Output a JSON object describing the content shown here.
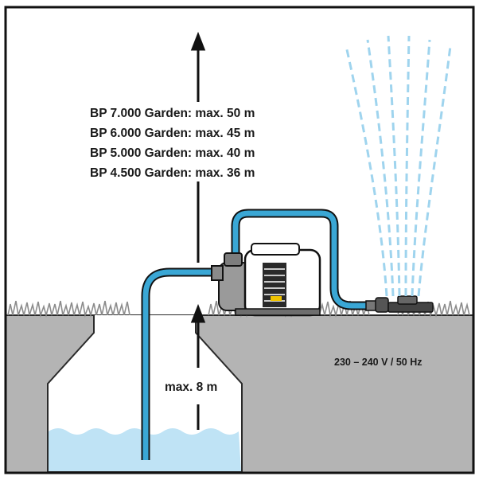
{
  "labels": {
    "height_lines": [
      "BP 7.000  Garden: max. 50 m",
      "BP 6.000 Garden: max. 45 m",
      "BP 5.000 Garden: max. 40 m",
      "BP 4.500 Garden: max. 36 m"
    ],
    "suction_depth": "max. 8 m",
    "power": "230 –  240 V / 50 Hz"
  },
  "colors": {
    "frame": "#111111",
    "ground": "#b4b4b4",
    "grass": "#8c8c8c",
    "water": "#bfe3f5",
    "hose": "#3aa7d5",
    "spray": "#9fd4ee",
    "pump_body": "#9a9a9a",
    "pump_motor": "#ffffff"
  },
  "icons": {
    "pump": "garden-pump-icon",
    "sprinkler": "sprinkler-icon"
  }
}
